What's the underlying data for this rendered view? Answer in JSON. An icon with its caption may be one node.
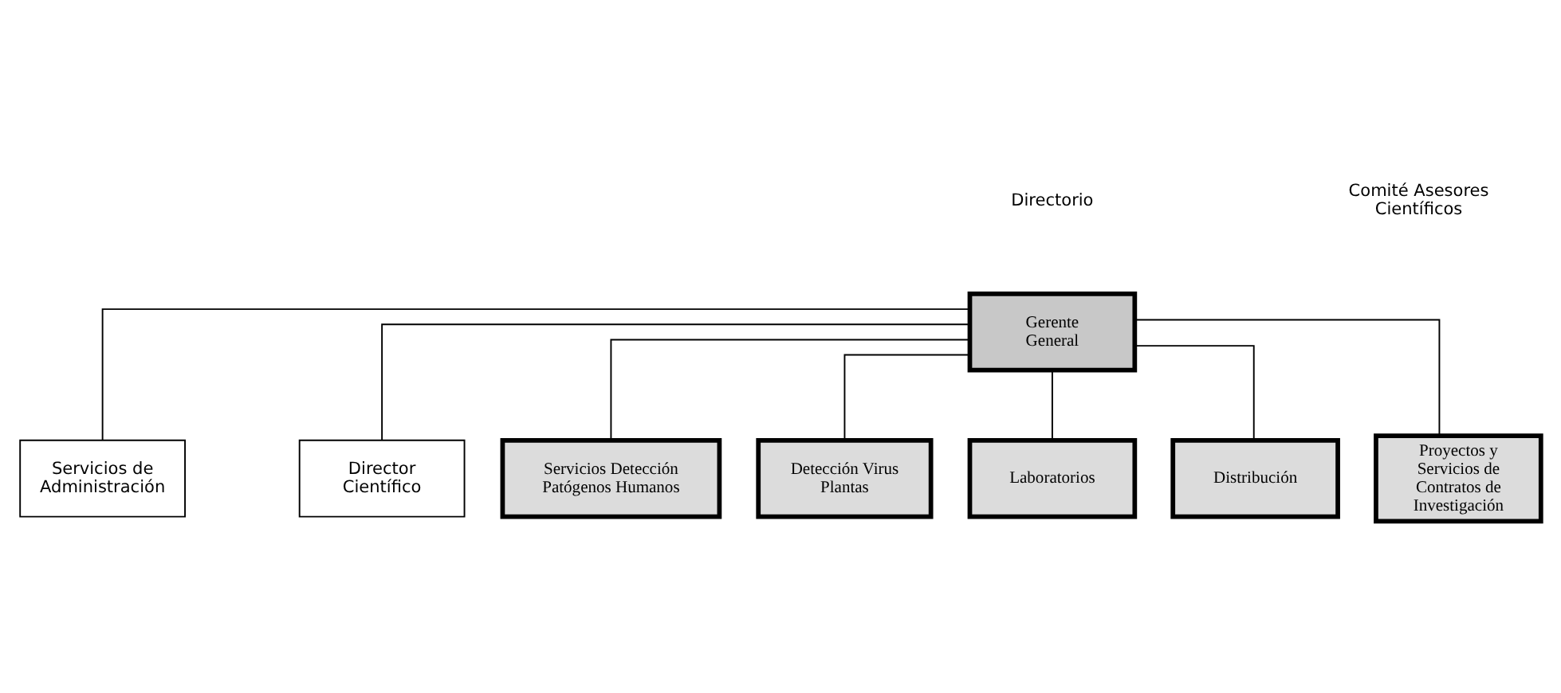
{
  "diagram": {
    "nodes": [
      {
        "text": [
          "Gerente General"
        ]
      },
      {
        "text": [
          "Servicios de Administración"
        ]
      },
      {
        "text": [
          "Director Científico"
        ]
      },
      {
        "text": [
          "Servicios Detección Patógenos Humanos"
        ]
      },
      {
        "text": [
          "Detección Virus Plantas"
        ]
      },
      {
        "text": [
          "Laboratorios"
        ]
      },
      {
        "text": [
          "Distribución"
        ]
      },
      {
        "text": [
          "Proyectos y Servicios de Contratos de Investigación"
        ]
      }
    ],
    "edges": [
      {
        "from": 0,
        "to": 1,
        "arrow": "none"
      },
      {
        "from": 0,
        "to": 2,
        "arrow": "none"
      },
      {
        "from": 0,
        "to": 3,
        "arrow": "none"
      },
      {
        "from": 0,
        "to": 4,
        "arrow": "none"
      },
      {
        "from": 0,
        "to": 5,
        "arrow": "none"
      },
      {
        "from": 0,
        "to": 6,
        "arrow": "none"
      },
      {
        "from": 0,
        "to": 7,
        "arrow": "none"
      }
    ],
    "labels": [
      "Directorio",
      "Comité Asesores Científicos"
    ]
  }
}
